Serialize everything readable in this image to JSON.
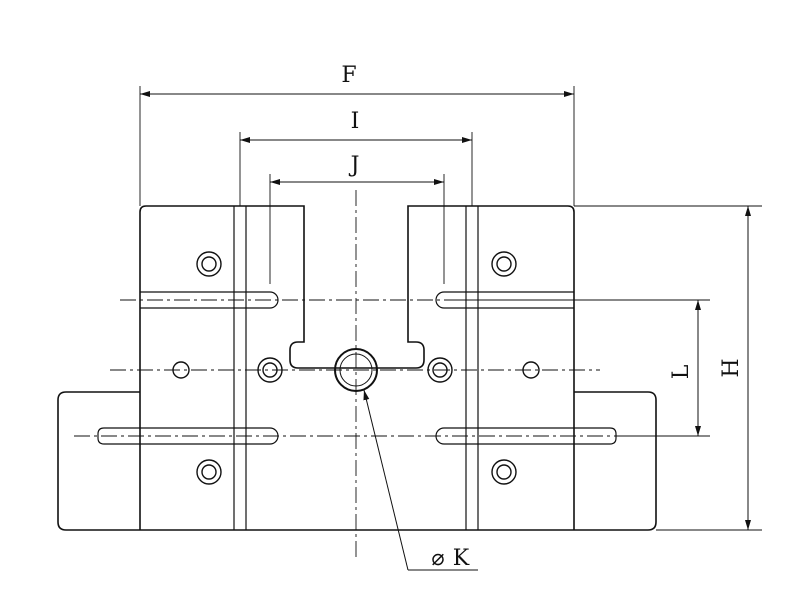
{
  "dimensions": {
    "F": "F",
    "I": "I",
    "J": "J",
    "L": "L",
    "H": "H",
    "diameter_symbol": "⌀",
    "K": "K"
  },
  "colors": {
    "line": "#111111",
    "background": "#ffffff"
  }
}
